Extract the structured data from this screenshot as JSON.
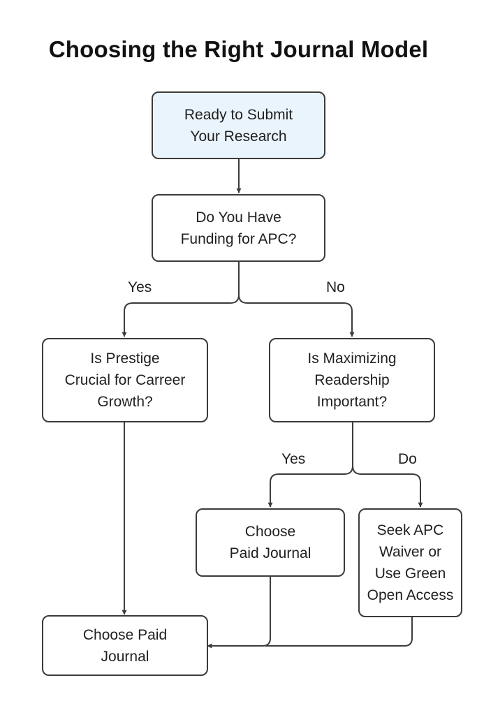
{
  "title": "Choosing the Right Journal Model",
  "colors": {
    "start_fill": "#eaf4fd",
    "node_fill": "#ffffff",
    "stroke": "#3b3b3b"
  },
  "nodes": {
    "start": {
      "lines": [
        "Ready to Submit",
        "Your Research"
      ]
    },
    "funding": {
      "lines": [
        "Do You Have",
        "Funding for APC?"
      ]
    },
    "prestige": {
      "lines": [
        "Is Prestige",
        "Crucial for Carreer",
        "Growth?"
      ]
    },
    "readership": {
      "lines": [
        "Is Maximizing",
        "Readership",
        "Important?"
      ]
    },
    "paid_right": {
      "lines": [
        "Choose",
        "Paid Journal"
      ]
    },
    "waiver": {
      "lines": [
        "Seek APC",
        "Waiver or",
        "Use Green",
        "Open Access"
      ]
    },
    "paid_left": {
      "lines": [
        "Choose Paid",
        "Journal"
      ]
    }
  },
  "edge_labels": {
    "funding_yes": "Yes",
    "funding_no": "No",
    "readership_yes": "Yes",
    "readership_no": "Do"
  }
}
